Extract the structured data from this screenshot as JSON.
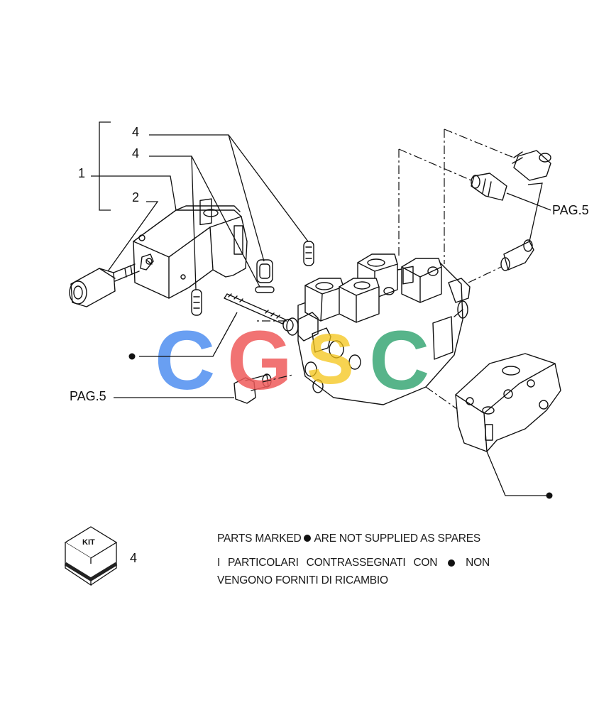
{
  "callouts": {
    "c1": "1",
    "c2": "2",
    "c4a": "4",
    "c4b": "4",
    "ref_right": "PAG.5",
    "ref_left": "PAG.5"
  },
  "kit": {
    "label": "KIT",
    "number": "4"
  },
  "notes": {
    "line1_a": "PARTS MARKED",
    "line1_b": "ARE NOT SUPPLIED AS SPARES",
    "line2_a": "I",
    "line2_b": "PARTICOLARI",
    "line2_c": "CONTRASSEGNATI",
    "line2_d": "CON",
    "line2_e": "NON",
    "line3": "VENGONO FORNITI DI RICAMBIO"
  },
  "watermark": {
    "letters": [
      "C",
      "G",
      "S",
      "C"
    ],
    "colors": [
      "#4f8ff0",
      "#ef5b5b",
      "#f5c518",
      "#3aa876"
    ]
  }
}
